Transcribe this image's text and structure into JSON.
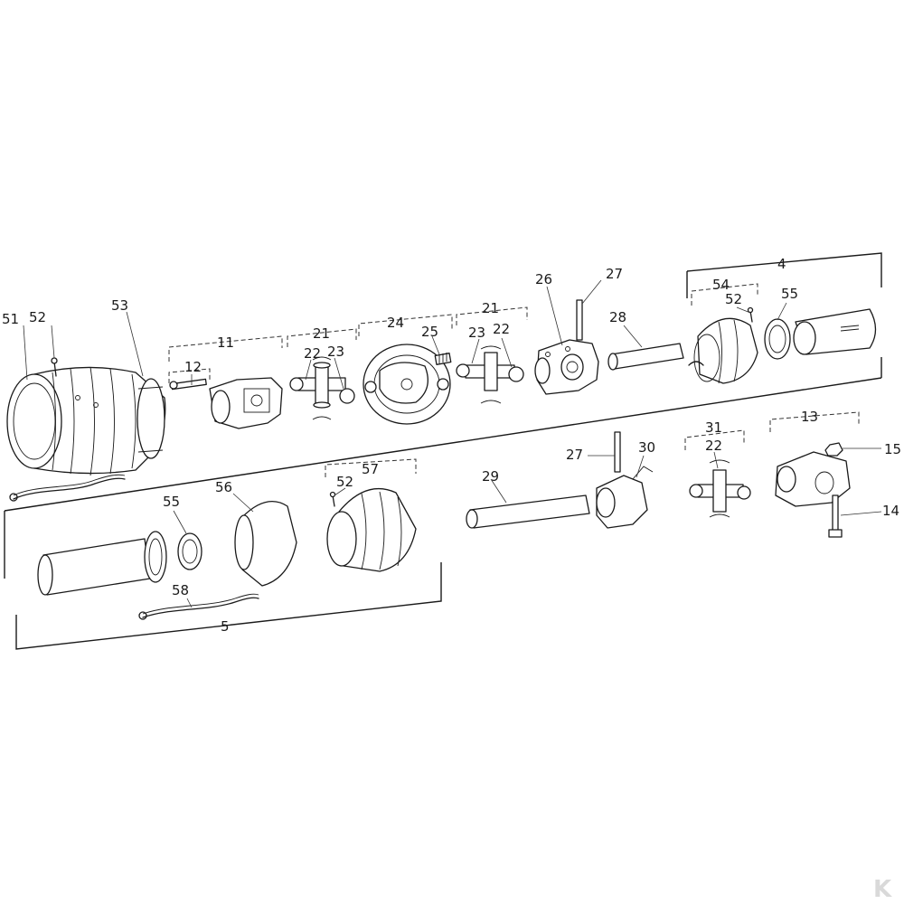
{
  "diagram": {
    "type": "exploded-parts-view",
    "line_color": "#1a1a1a",
    "background": "#ffffff",
    "part_labels": {
      "p51": "51",
      "p52a": "52",
      "p53": "53",
      "p11": "11",
      "p12": "12",
      "p21a": "21",
      "p22a": "22",
      "p23a": "23",
      "p24": "24",
      "p25": "25",
      "p21b": "21",
      "p23b": "23",
      "p22b": "22",
      "p26": "26",
      "p27a": "27",
      "p28": "28",
      "p4": "4",
      "p54": "54",
      "p52b": "52",
      "p55a": "55",
      "p55b": "55",
      "p56": "56",
      "p57": "57",
      "p52c": "52",
      "p58": "58",
      "p5": "5",
      "p29": "29",
      "p27b": "27",
      "p30": "30",
      "p31": "31",
      "p22c": "22",
      "p13": "13",
      "p15": "15",
      "p14": "14"
    },
    "watermark": {
      "glyph": "K",
      "color": "#d9d9d9"
    }
  }
}
